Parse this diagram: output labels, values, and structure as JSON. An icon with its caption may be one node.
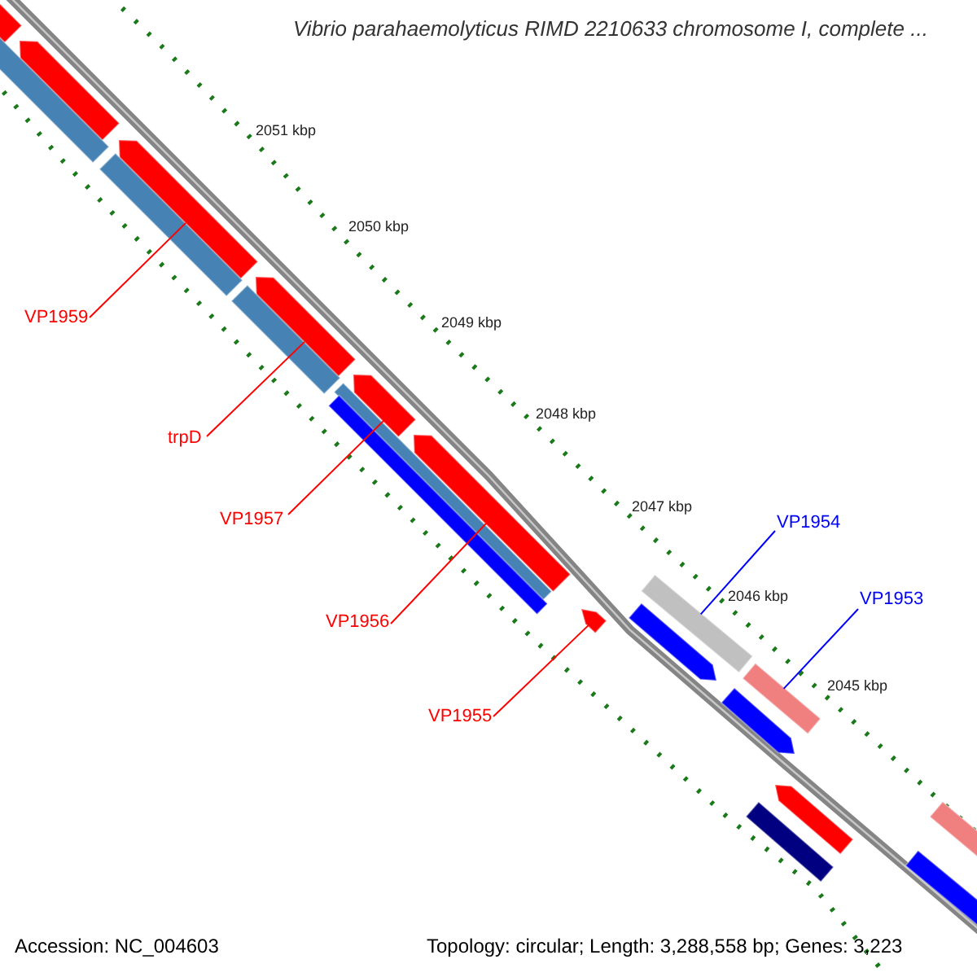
{
  "diagram": {
    "title": "Vibrio parahaemolyticus RIMD 2210633 chromosome I, complete ...",
    "nodes": [
      {
        "text": [
          "VP1959"
        ]
      },
      {
        "text": [
          "trpD"
        ]
      },
      {
        "text": [
          "VP1957"
        ]
      },
      {
        "text": [
          "VP1956"
        ]
      },
      {
        "text": [
          "VP1955"
        ]
      },
      {
        "text": [
          "VP1954"
        ]
      },
      {
        "text": [
          "VP1953"
        ]
      },
      {
        "text": [],
        "shape": "bar"
      },
      {
        "text": [],
        "shape": "pentagon"
      },
      {
        "text": [],
        "shape": "bar"
      },
      {
        "text": [],
        "shape": "pentagon"
      },
      {
        "text": [],
        "shape": "bar"
      },
      {
        "text": [],
        "shape": "pentagon"
      },
      {
        "text": [],
        "shape": "bar"
      },
      {
        "text": [],
        "shape": "pentagon"
      },
      {
        "text": [],
        "shape": "bar"
      },
      {
        "text": [],
        "shape": "bar"
      },
      {
        "text": [],
        "shape": "pentagon"
      },
      {
        "text": [],
        "shape": "pentagon"
      },
      {
        "text": [],
        "shape": "bar"
      },
      {
        "text": [],
        "shape": "pentagon"
      },
      {
        "text": [],
        "shape": "bar"
      },
      {
        "text": [],
        "shape": "pentagon"
      },
      {
        "text": [],
        "shape": "pentagon"
      },
      {
        "text": [],
        "shape": "bar"
      },
      {
        "text": [],
        "shape": "pentagon"
      },
      {
        "text": [],
        "shape": "bar"
      }
    ],
    "edges": [
      {
        "from": 0,
        "to": 10,
        "arrow": "none"
      },
      {
        "from": 1,
        "to": 12,
        "arrow": "none"
      },
      {
        "from": 2,
        "to": 14,
        "arrow": "none"
      },
      {
        "from": 3,
        "to": 17,
        "arrow": "none"
      },
      {
        "from": 4,
        "to": 18,
        "arrow": "none"
      },
      {
        "from": 5,
        "to": 19,
        "arrow": "none",
        "color": "#0000ff"
      },
      {
        "from": 6,
        "to": 21,
        "arrow": "none",
        "color": "#0000ff"
      }
    ],
    "labels": [
      "2051 kbp",
      "2050 kbp",
      "2049 kbp",
      "2048 kbp",
      "2047 kbp",
      "2046 kbp",
      "2045 kbp",
      "Accession: NC_004603",
      "Topology: circular; Length: 3,288,558 bp; Genes: 3,223"
    ]
  }
}
